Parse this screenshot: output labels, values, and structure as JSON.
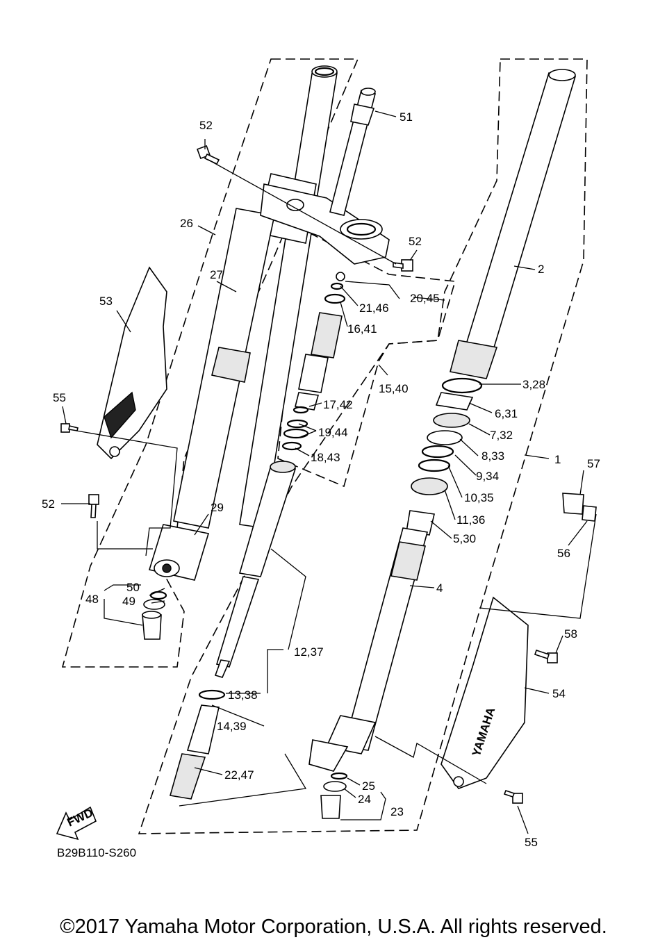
{
  "diagram": {
    "code": "B29B110-S260",
    "copyright": "©2017 Yamaha Motor Corporation, U.S.A. All rights reserved.",
    "fwd_label": "FWD",
    "brand_mark": "YAMAHA",
    "callouts": {
      "c1": "1",
      "c2": "2",
      "c3": "3,28",
      "c4": "4",
      "c5": "5,30",
      "c6": "6,31",
      "c7": "7,32",
      "c8": "8,33",
      "c9": "9,34",
      "c10": "10,35",
      "c11": "11,36",
      "c12": "12,37",
      "c13": "13,38",
      "c14": "14,39",
      "c15": "15,40",
      "c16": "16,41",
      "c17": "17,42",
      "c18": "18,43",
      "c19": "19,44",
      "c20": "20,45",
      "c21": "21,46",
      "c22": "22,47",
      "c23": "23",
      "c24": "24",
      "c25": "25",
      "c26": "26",
      "c27": "27",
      "c29": "29",
      "c48": "48",
      "c49": "49",
      "c50": "50",
      "c51": "51",
      "c52a": "52",
      "c52b": "52",
      "c52c": "52",
      "c53": "53",
      "c54": "54",
      "c55a": "55",
      "c55b": "55",
      "c56": "56",
      "c57": "57",
      "c58": "58"
    }
  }
}
